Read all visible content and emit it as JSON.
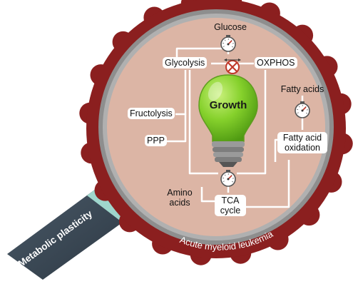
{
  "nodes": {
    "glucose": "Glucose",
    "glycolysis": "Glycolysis",
    "oxphos": "OXPHOS",
    "fatty_acids": "Fatty acids",
    "fructolysis": "Fructolysis",
    "ppp": "PPP",
    "fatty_acid_oxidation_line1": "Fatty acid",
    "fatty_acid_oxidation_line2": "oxidation",
    "amino_acids_line1": "Amino",
    "amino_acids_line2": "acids",
    "tca_line1": "TCA",
    "tca_line2": "cycle"
  },
  "center": {
    "label": "Growth"
  },
  "rim_label": "Acute myeloid leukemia",
  "handle_label": "Metabolic plasticity",
  "colors": {
    "rim": "#8b1f1f",
    "lens_ring": "#8e8e8e",
    "lens_fill": "#dcb5a5",
    "bulb": "#7ed321",
    "handle": "#3b4a57",
    "handle_collar": "#9fd6cc",
    "inhibitor": "#c0392b"
  },
  "icons": [
    "gauge-icon",
    "inhibit-icon",
    "lightbulb-icon",
    "magnifier-handle-icon"
  ]
}
